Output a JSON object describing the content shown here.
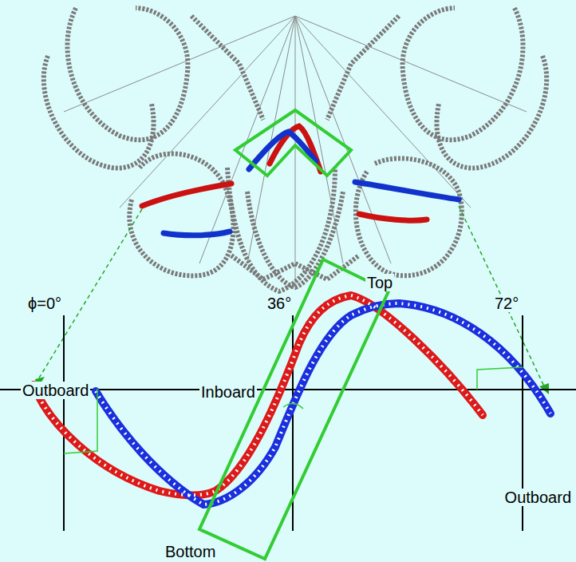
{
  "diagram": {
    "labels": [
      "ϕ=0°",
      "36°",
      "72°",
      "Outboard",
      "Inboard",
      "Top",
      "Bottom",
      "Outboard"
    ]
  }
}
